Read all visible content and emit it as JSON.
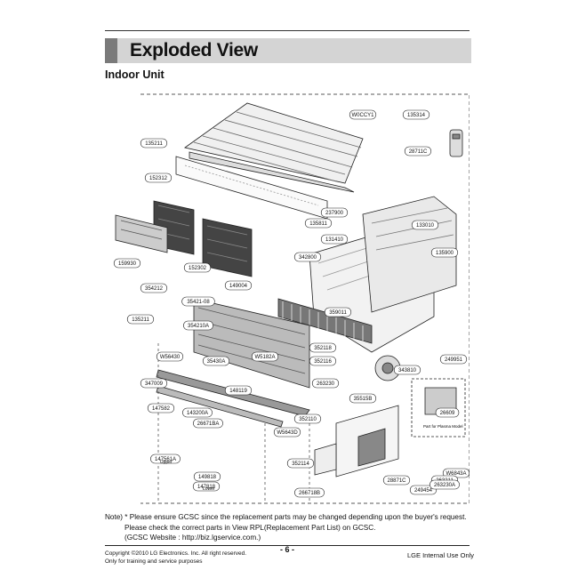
{
  "header": {
    "title": "Exploded View",
    "subtitle": "Indoor Unit"
  },
  "callouts": [
    "W0CCY1",
    "135314",
    "135211",
    "28711C",
    "152312",
    "237900",
    "135811",
    "133010",
    "159930",
    "152302",
    "342800",
    "131410",
    "135900",
    "149004",
    "354212",
    "35421-08",
    "354210A",
    "135211",
    "359011",
    "352118",
    "352116",
    "W56430",
    "35430A",
    "W5182A",
    "343810",
    "249951",
    "347009",
    "148119",
    "263230",
    "35515B",
    "147582",
    "143200A",
    "26671BA",
    "352110",
    "W5643D",
    "26609",
    "352114",
    "147561A",
    "149818",
    "147818",
    "28871C",
    "249454",
    "W6843A",
    "263211",
    "263230A",
    "266718B"
  ],
  "callout_captions": {
    "upper": "Upper",
    "lower": "Lower",
    "plasma": "Part for Plasma Model"
  },
  "notes": {
    "line1": "Note) * Please ensure GCSC since the replacement parts may be changed depending upon the buyer's request.",
    "line2": "Please check the correct parts in View RPL(Replacement Part List) on GCSC.",
    "line3": "(GCSC Website : http://biz.lgservice.com.)"
  },
  "footer": {
    "copyright": "Copyright ©2010 LG Electronics. Inc. All right reserved.",
    "purpose": "Only for training and service purposes",
    "page": "- 6 -",
    "internal": "LGE Internal Use Only"
  }
}
